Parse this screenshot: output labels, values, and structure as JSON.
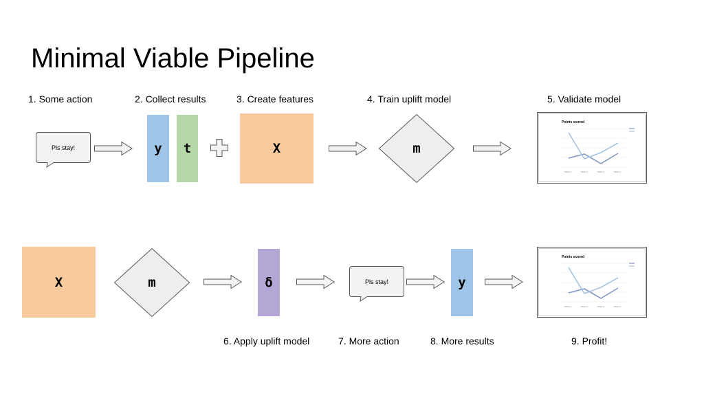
{
  "title": "Minimal Viable Pipeline",
  "steps": {
    "s1": "1. Some action",
    "s2": "2. Collect results",
    "s3": "3. Create features",
    "s4": "4. Train uplift model",
    "s5": "5. Validate model",
    "s6": "6. Apply uplift model",
    "s7": "7. More action",
    "s8": "8. More results",
    "s9": "9. Profit!"
  },
  "symbols": {
    "y": "y",
    "t": "t",
    "X": "X",
    "m": "m",
    "delta": "δ"
  },
  "bubble": "Pls stay!",
  "mini_chart": {
    "title": "Points scored",
    "categories": [
      "Team 1",
      "Team 2",
      "Team 3",
      "Team 4"
    ]
  },
  "colors": {
    "features": "#f9cb9c",
    "outcome": "#9fc5e8",
    "treatment": "#b6d7a8",
    "uplift": "#b4a7d6",
    "model": "#eeeeee"
  }
}
